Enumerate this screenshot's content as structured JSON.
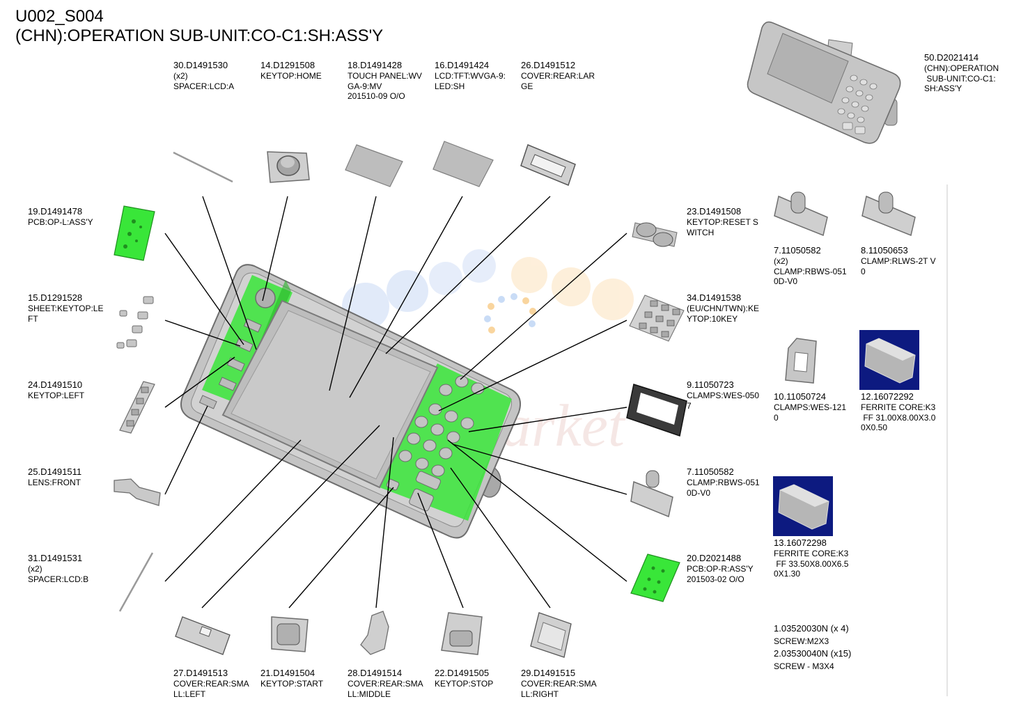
{
  "title": {
    "line1": "U002_S004",
    "line2": "(CHN):OPERATION SUB-UNIT:CO-C1:SH:ASS'Y"
  },
  "watermark": "InfoMarket",
  "colors": {
    "pcb_green": "#39e639",
    "part_gray": "#bfbfbf",
    "part_outline": "#6e6e6e",
    "ferrite_bg": "#0d1a80",
    "leader": "#000000"
  },
  "callouts": {
    "p30": {
      "pn": "30.D1491530",
      "l1": "(x2)",
      "l2": "SPACER:LCD:A",
      "l3": ""
    },
    "p14": {
      "pn": "14.D1291508",
      "l1": "KEYTOP:HOME",
      "l2": "",
      "l3": ""
    },
    "p18": {
      "pn": "18.D1491428",
      "l1": "TOUCH PANEL:WV",
      "l2": "GA-9:MV",
      "l3": "201510-09 O/O"
    },
    "p16": {
      "pn": "16.D1491424",
      "l1": "LCD:TFT:WVGA-9:",
      "l2": "LED:SH",
      "l3": ""
    },
    "p26": {
      "pn": "26.D1491512",
      "l1": "COVER:REAR:LAR",
      "l2": "GE",
      "l3": ""
    },
    "p50": {
      "pn": "50.D2021414",
      "l1": "(CHN):OPERATION",
      "l2": " SUB-UNIT:CO-C1:",
      "l3": "SH:ASS'Y"
    },
    "p19": {
      "pn": "19.D1491478",
      "l1": "PCB:OP-L:ASS'Y",
      "l2": "",
      "l3": ""
    },
    "p15": {
      "pn": "15.D1291528",
      "l1": "SHEET:KEYTOP:LE",
      "l2": "FT",
      "l3": ""
    },
    "p24": {
      "pn": "24.D1491510",
      "l1": "KEYTOP:LEFT",
      "l2": "",
      "l3": ""
    },
    "p25": {
      "pn": "25.D1491511",
      "l1": "LENS:FRONT",
      "l2": "",
      "l3": ""
    },
    "p31": {
      "pn": "31.D1491531",
      "l1": "(x2)",
      "l2": "SPACER:LCD:B",
      "l3": ""
    },
    "p23": {
      "pn": "23.D1491508",
      "l1": "KEYTOP:RESET S",
      "l2": "WITCH",
      "l3": ""
    },
    "p34": {
      "pn": "34.D1491538",
      "l1": "(EU/CHN/TWN):KE",
      "l2": "YTOP:10KEY",
      "l3": ""
    },
    "p9": {
      "pn": "9.11050723",
      "l1": "CLAMPS:WES-050",
      "l2": "7",
      "l3": ""
    },
    "p7b": {
      "pn": "7.11050582",
      "l1": "CLAMP:RBWS-051",
      "l2": "0D-V0",
      "l3": ""
    },
    "p20": {
      "pn": "20.D2021488",
      "l1": "PCB:OP-R:ASS'Y",
      "l2": "201503-02 O/O",
      "l3": ""
    },
    "p7a": {
      "pn": "7.11050582",
      "l1": "(x2)",
      "l2": "CLAMP:RBWS-051",
      "l3": "0D-V0"
    },
    "p8": {
      "pn": "8.11050653",
      "l1": "CLAMP:RLWS-2T V",
      "l2": "0",
      "l3": ""
    },
    "p10": {
      "pn": "10.11050724",
      "l1": "CLAMPS:WES-121",
      "l2": "0",
      "l3": ""
    },
    "p12": {
      "pn": "12.16072292",
      "l1": "FERRITE CORE:K3",
      "l2": " FF 31.00X8.00X3.0",
      "l3": "0X0.50"
    },
    "p13": {
      "pn": "13.16072298",
      "l1": "FERRITE CORE:K3",
      "l2": " FF 33.50X8.00X6.5",
      "l3": "0X1.30"
    },
    "p27": {
      "pn": "27.D1491513",
      "l1": "COVER:REAR:SMA",
      "l2": "LL:LEFT",
      "l3": ""
    },
    "p21": {
      "pn": "21.D1491504",
      "l1": "KEYTOP:START",
      "l2": "",
      "l3": ""
    },
    "p28": {
      "pn": "28.D1491514",
      "l1": "COVER:REAR:SMA",
      "l2": "LL:MIDDLE",
      "l3": ""
    },
    "p22": {
      "pn": "22.D1491505",
      "l1": "KEYTOP:STOP",
      "l2": "",
      "l3": ""
    },
    "p29": {
      "pn": "29.D1491515",
      "l1": "COVER:REAR:SMA",
      "l2": "LL:RIGHT",
      "l3": ""
    }
  },
  "screws": {
    "s1": {
      "pn": "1.03520030N (x 4)",
      "desc": "SCREW:M2X3"
    },
    "s2": {
      "pn": "2.03530040N (x15)",
      "desc": "SCREW - M3X4"
    }
  }
}
